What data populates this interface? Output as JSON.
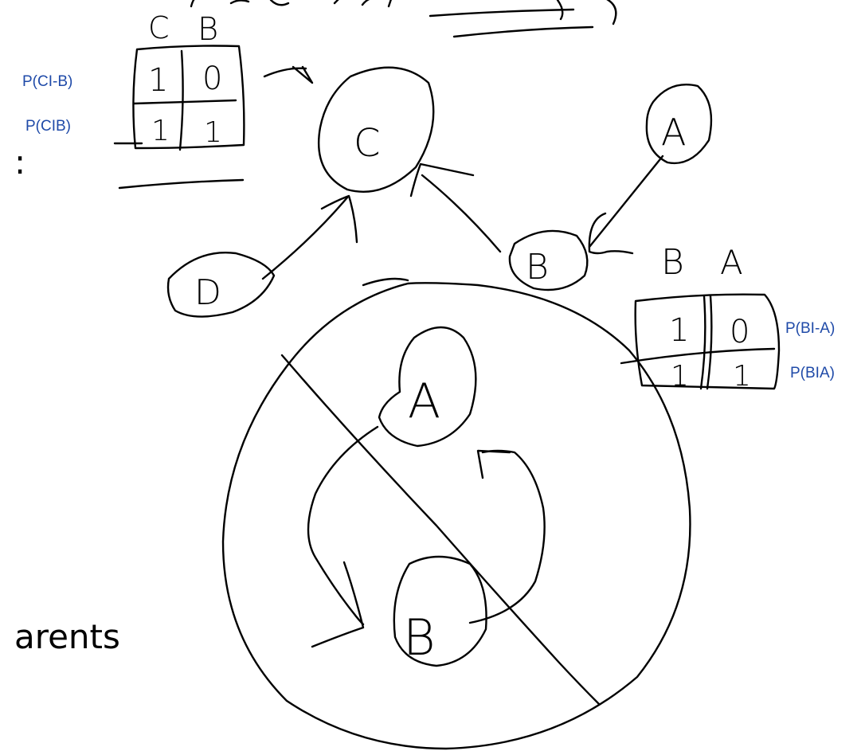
{
  "slide_fragments": {
    "bottom_left": "arents",
    "left_colon": ":"
  },
  "nodes": {
    "top_graph": [
      "C",
      "A",
      "B",
      "D"
    ],
    "cycle": [
      "A",
      "B"
    ]
  },
  "table_c": {
    "header": [
      "C",
      "B"
    ],
    "rows": [
      {
        "label": "P(CI-B)",
        "cells": [
          "1",
          "0"
        ]
      },
      {
        "label": "P(CIB)",
        "cells": [
          "1",
          "1"
        ]
      }
    ]
  },
  "table_b": {
    "header": [
      "B",
      "A"
    ],
    "rows": [
      {
        "label": "P(BI-A)",
        "cells": [
          "1",
          "0"
        ]
      },
      {
        "label": "P(BIA)",
        "cells": [
          "1",
          "1"
        ]
      }
    ]
  },
  "colors": {
    "ink": "#000000",
    "probability_label": "#1f4aa8",
    "background": "#ffffff"
  }
}
